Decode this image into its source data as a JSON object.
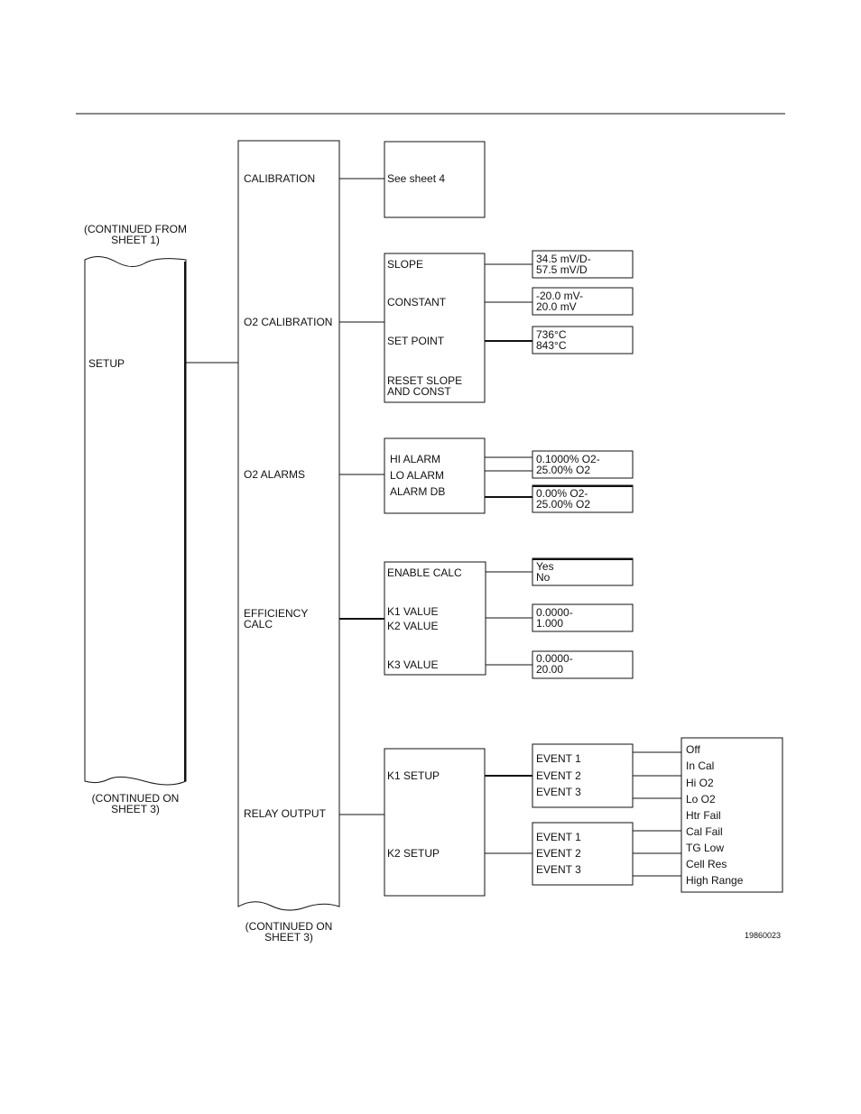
{
  "continued_from_sheet1": [
    "(CONTINUED  FROM",
    "SHEET  1)"
  ],
  "continued_on_sheet3_left": [
    "(CONTINUED  ON",
    "SHEET  3)"
  ],
  "continued_on_sheet3_mid": [
    "(CONTINUED  ON",
    "SHEET  3)"
  ],
  "setup_label": "SETUP",
  "menu_items": [
    "CALIBRATION",
    "O2  CALIBRATION",
    "O2  ALARMS",
    [
      "EFFICIENCY",
      "CALC"
    ],
    "RELAY  OUTPUT"
  ],
  "calibration_box": "See  sheet  4",
  "o2cal_box": [
    "SLOPE",
    "CONSTANT",
    "SET  POINT",
    [
      "RESET  SLOPE",
      "AND  CONST"
    ]
  ],
  "o2cal_values": [
    [
      "34.5 mV/D-",
      "57.5 mV/D"
    ],
    [
      "-20.0 mV-",
      "20.0 mV"
    ],
    [
      "736°C",
      "843°C"
    ]
  ],
  "alarms_box": [
    "HI  ALARM",
    "LO ALARM",
    "ALARM DB"
  ],
  "alarms_values": [
    [
      "0.1000% O2-",
      "25.00% O2"
    ],
    [
      "0.00% O2-",
      "25.00% O2"
    ]
  ],
  "eff_box": [
    "ENABLE  CALC",
    "K1  VALUE",
    "K2  VALUE",
    "K3  VALUE"
  ],
  "eff_values": [
    [
      "Yes",
      "No"
    ],
    [
      "0.0000-",
      "1.000"
    ],
    [
      "0.0000-",
      "20.00"
    ]
  ],
  "relay_box": [
    "K1  SETUP",
    "K2  SETUP"
  ],
  "k1_events": [
    "EVENT  1",
    "EVENT  2",
    "EVENT  3"
  ],
  "k2_events": [
    "EVENT  1",
    "EVENT  2",
    "EVENT  3"
  ],
  "event_options": [
    "Off",
    "In Cal",
    "Hi O2",
    "Lo O2",
    "Htr Fail",
    "Cal Fail",
    "TG Low",
    "Cell Res",
    "High Range"
  ],
  "figure_number": "19860023"
}
